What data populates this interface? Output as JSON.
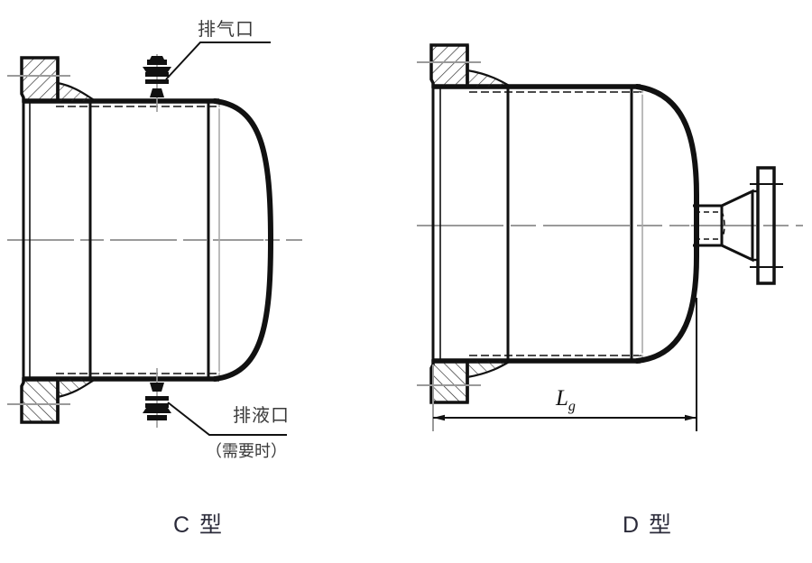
{
  "drawing": {
    "title_c": "C 型",
    "title_d": "D 型",
    "background": "#ffffff",
    "line_color": "#111111",
    "center_line_color": "#9a9a9a",
    "caption_color": "#2b2b3a"
  },
  "type_c": {
    "caption": "C 型",
    "labels": {
      "vent_port": "排气口",
      "drain_port": "排液口",
      "drain_note": "（需要时）"
    },
    "parts": {
      "flange": "flange",
      "shell": "shell",
      "dished_head": "dished-head",
      "vent_nozzle": "vent-nozzle",
      "drain_nozzle": "drain-nozzle"
    }
  },
  "type_d": {
    "caption": "D 型",
    "dimension": {
      "symbol": "L",
      "subscript": "g"
    },
    "parts": {
      "flange": "flange",
      "shell": "shell",
      "dished_head": "dished-head",
      "conical_nozzle": "conical-nozzle",
      "end_flange": "end-flange"
    }
  }
}
